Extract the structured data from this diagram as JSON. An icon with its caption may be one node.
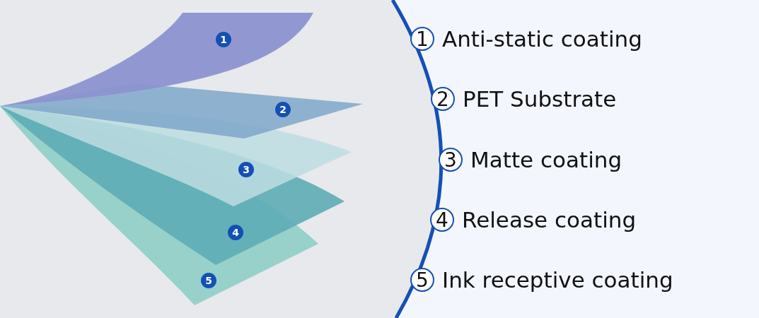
{
  "diagram": {
    "nodes": [
      {
        "text": [
          "1"
        ]
      },
      {
        "text": [
          "2"
        ]
      },
      {
        "text": [
          "3"
        ]
      },
      {
        "text": [
          "4"
        ]
      },
      {
        "text": [
          "5"
        ]
      },
      {
        "text": [
          "1"
        ],
        "beside": [
          "Anti-static coating"
        ]
      },
      {
        "text": [
          "2"
        ],
        "beside": [
          "PET Substrate"
        ]
      },
      {
        "text": [
          "3"
        ],
        "beside": [
          "Matte coating"
        ]
      },
      {
        "text": [
          "4"
        ],
        "beside": [
          "Release coating"
        ]
      },
      {
        "text": [
          "5"
        ],
        "beside": [
          "Ink receptive coating"
        ]
      }
    ],
    "edges": []
  }
}
